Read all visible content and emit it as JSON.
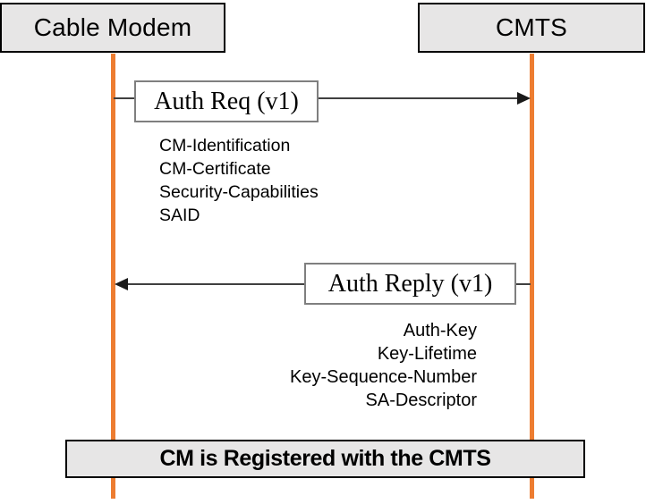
{
  "diagram": {
    "actors": [
      {
        "label": "Cable Modem"
      },
      {
        "label": "CMTS"
      }
    ],
    "messages": [
      {
        "label": "Auth Req (v1)",
        "direction": "right",
        "from": "Cable Modem",
        "to": "CMTS",
        "params": [
          "CM-Identification",
          "CM-Certificate",
          "Security-Capabilities",
          "SAID"
        ]
      },
      {
        "label": "Auth Reply (v1)",
        "direction": "left",
        "from": "CMTS",
        "to": "Cable Modem",
        "params": [
          "Auth-Key",
          "Key-Lifetime",
          "Key-Sequence-Number",
          "SA-Descriptor"
        ]
      }
    ],
    "footer": {
      "label": "CM is Registered with the CMTS"
    },
    "colors": {
      "lifeline": "#ED7D31",
      "actor_fill": "#e7e6e6",
      "actor_border": "#000000",
      "message_box_border": "#7f7f7f",
      "arrow": "#404040"
    }
  }
}
